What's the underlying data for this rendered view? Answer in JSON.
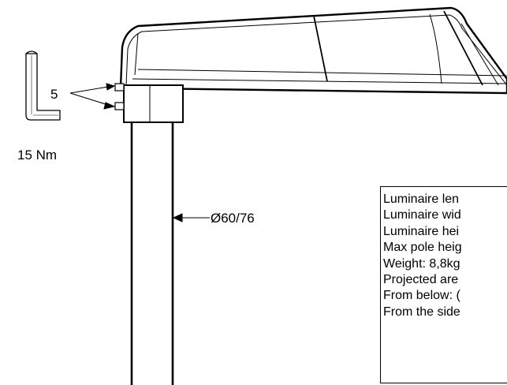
{
  "callouts": {
    "screw_count": "5",
    "torque": "15 Nm",
    "pole_diameter": "Ø60/76"
  },
  "specs": {
    "lines": [
      "Luminaire len",
      "Luminaire wid",
      "Luminaire hei",
      "Max pole heig",
      "Weight: 8,8kg",
      "Projected are",
      "From below: (",
      "From the side"
    ]
  }
}
